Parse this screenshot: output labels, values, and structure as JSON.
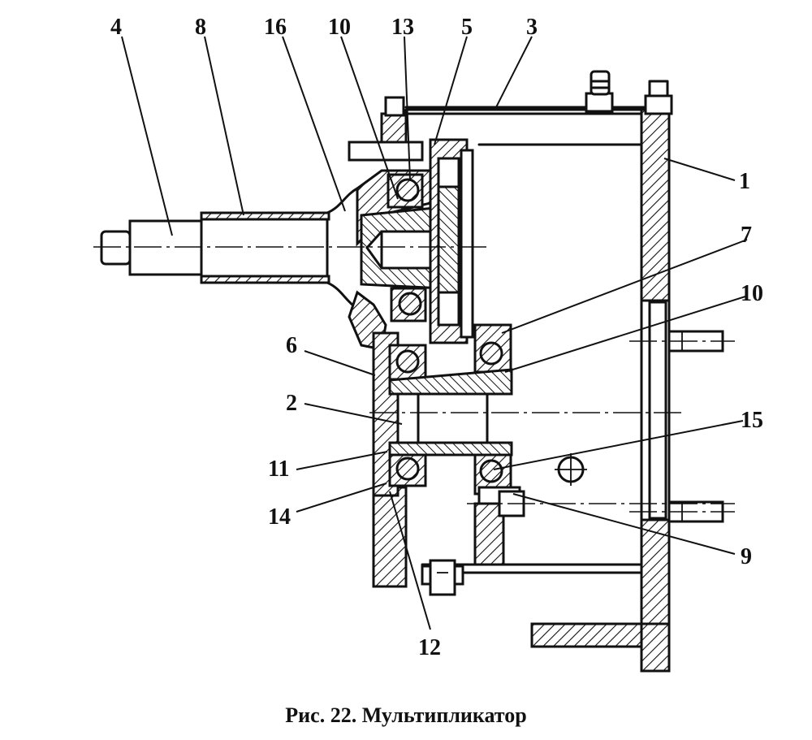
{
  "caption": "Рис. 22. Мультипликатор",
  "callouts": [
    "4",
    "8",
    "16",
    "10",
    "13",
    "5",
    "3",
    "1",
    "7",
    "10",
    "6",
    "2",
    "15",
    "11",
    "14",
    "9",
    "12"
  ]
}
